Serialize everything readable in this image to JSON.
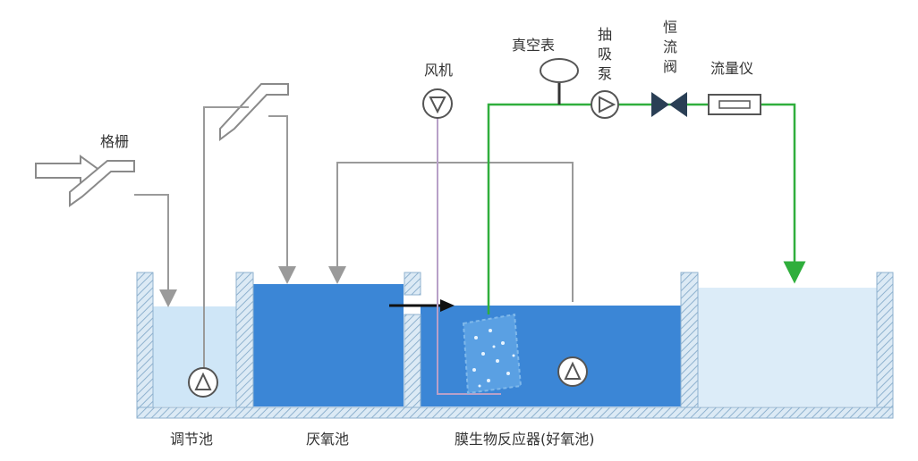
{
  "labels": {
    "grille": "格栅",
    "fan": "风机",
    "vacuum_gauge": "真空表",
    "suction_pump": [
      "抽",
      "吸",
      "泵"
    ],
    "constant_flow_valve": [
      "恒",
      "流",
      "阀"
    ],
    "flowmeter": "流量仪",
    "tank_regulating": "调节池",
    "tank_anaerobic": "厌氧池",
    "tank_mbr": "膜生物反应器(好氧池)"
  },
  "colors": {
    "wall_hatch": "#a8c8e0",
    "light_water": "#cfe6f7",
    "deep_water": "#3b86d6",
    "effluent_water": "#dcecf8",
    "gray_pipe": "#9a9a9a",
    "green_pipe": "#2fae3c",
    "air_pipe": "#b8a0c8"
  },
  "icons": [
    "arrow-icon",
    "grille-icon",
    "pump-icon",
    "fan-icon",
    "gauge-icon",
    "valve-icon",
    "flowmeter-icon",
    "membrane-module-icon"
  ]
}
